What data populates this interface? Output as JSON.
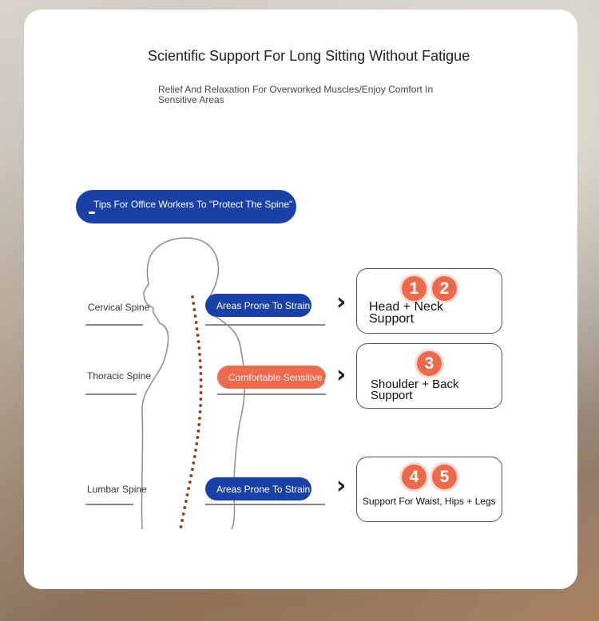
{
  "title": "Scientific Support For Long Sitting Without Fatigue",
  "subtitle": "Relief And Relaxation For Overworked Muscles/Enjoy Comfort In Sensitive Areas",
  "tips_label": "Tips For Office Workers To \"Protect The Spine\"",
  "spine_labels": {
    "cervical": "Cervical Spine",
    "thoracic": "Thoracic Spine",
    "lumbar": "Lumbar Spine"
  },
  "pills": {
    "cervical": "Areas Prone To Strain",
    "thoracic": "Comfortable Sensitive Areas",
    "lumbar": "Areas Prone To Strain"
  },
  "chevron": "›",
  "boxes": {
    "head": {
      "badges": [
        "1",
        "2"
      ],
      "line1": "Head + Neck",
      "line2": "Support"
    },
    "shoulder": {
      "badges": [
        "3"
      ],
      "line1": "Shoulder + Back",
      "line2": "Support"
    },
    "waist": {
      "badges": [
        "4",
        "5"
      ],
      "line1": "Support For Waist, Hips + Legs"
    }
  },
  "colors": {
    "blue": "#1a42a6",
    "orange": "#ee6a4e",
    "spine_dots": "#8b3a12"
  }
}
